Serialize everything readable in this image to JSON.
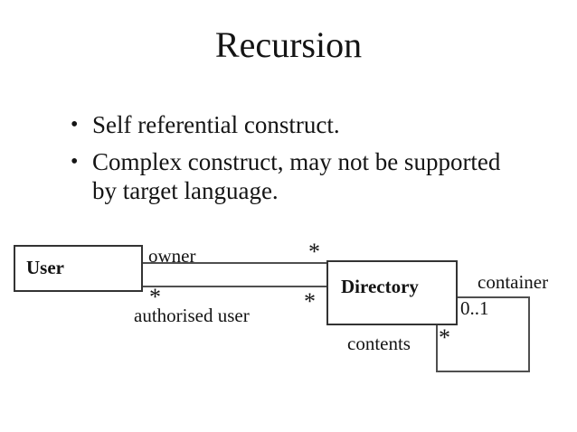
{
  "slide": {
    "title": "Recursion",
    "bullet_char": "•",
    "bullets": [
      "Self referential construct.",
      "Complex construct, may not be supported by target language."
    ]
  },
  "diagram": {
    "classes": [
      {
        "name": "User"
      },
      {
        "name": "Directory"
      }
    ],
    "associations": {
      "owner": {
        "label": "owner",
        "directory_multiplicity": "*"
      },
      "authorised_user": {
        "label": "authorised user",
        "user_multiplicity": "*",
        "directory_multiplicity": "*"
      },
      "self_association": {
        "container_label": "container",
        "container_multiplicity": "0..1",
        "contents_label": "contents",
        "contents_multiplicity": "*"
      }
    }
  },
  "colors": {
    "background": "#ffffff",
    "text": "#141414",
    "box_border": "#333333",
    "association_line": "#4f4f4f"
  }
}
